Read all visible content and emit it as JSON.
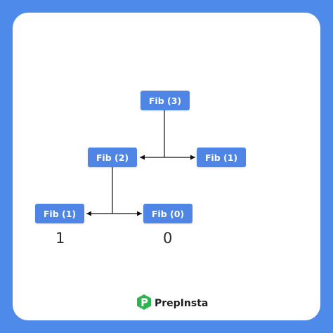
{
  "nodes": {
    "fib3": "Fib (3)",
    "fib2": "Fib (2)",
    "fib1_right": "Fib (1)",
    "fib1_left": "Fib (1)",
    "fib0": "Fib (0)"
  },
  "results": {
    "fib1_value": "1",
    "fib0_value": "0"
  },
  "brand": {
    "name": "PrepInsta",
    "logo_icon": "prepinsta-logo-icon"
  },
  "colors": {
    "background": "#4e8aea",
    "node_fill": "#4f86e6",
    "logo_green": "#2fb24f"
  }
}
